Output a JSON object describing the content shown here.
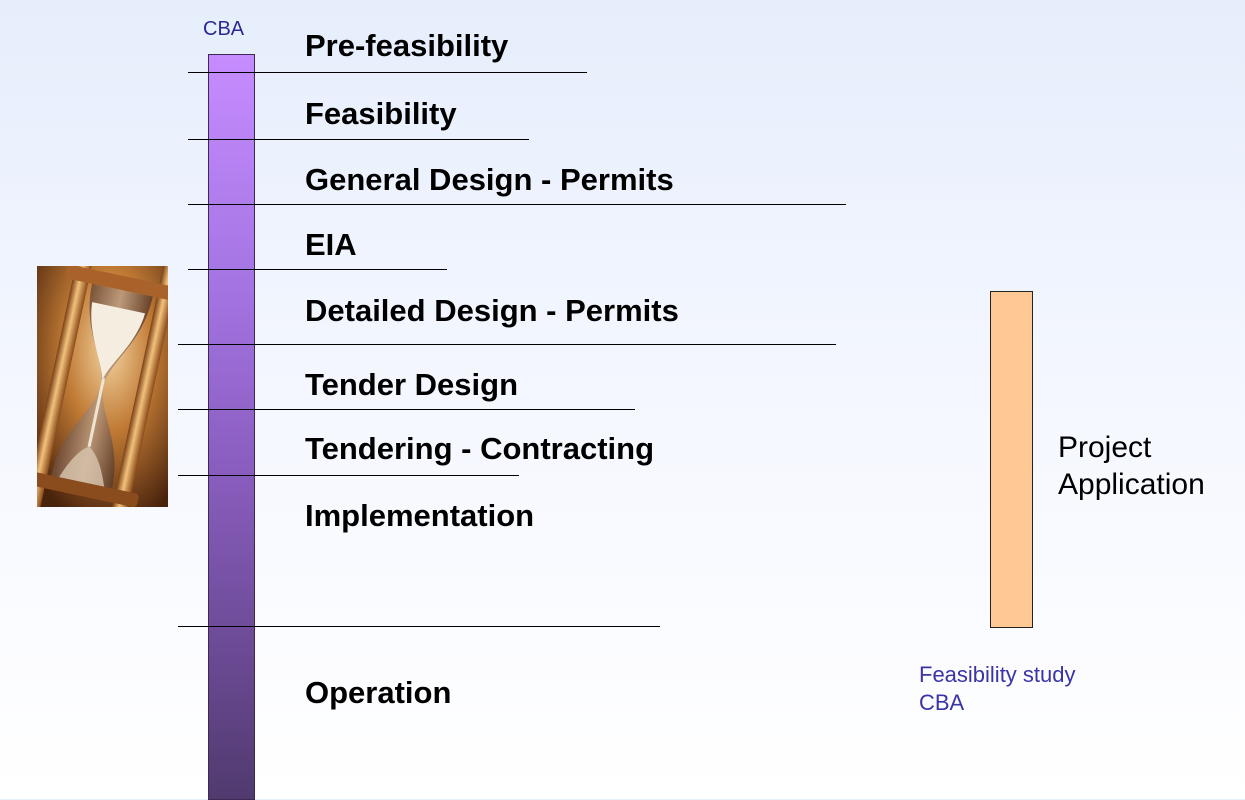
{
  "cba_bar": {
    "label": "CBA",
    "gradient": [
      "#c68cff",
      "#503a6e"
    ]
  },
  "phases": [
    "Pre-feasibility",
    "Feasibility",
    "General Design - Permits",
    "EIA",
    "Detailed Design - Permits",
    "Tender Design",
    "Tendering - Contracting",
    "Implementation",
    "Operation"
  ],
  "project_application": {
    "line1": "Project",
    "line2": "Application",
    "color": "#ffc996"
  },
  "feasibility_note": {
    "line1": "Feasibility study",
    "line2": "CBA"
  },
  "icons": {
    "hourglass": "hourglass-image"
  }
}
